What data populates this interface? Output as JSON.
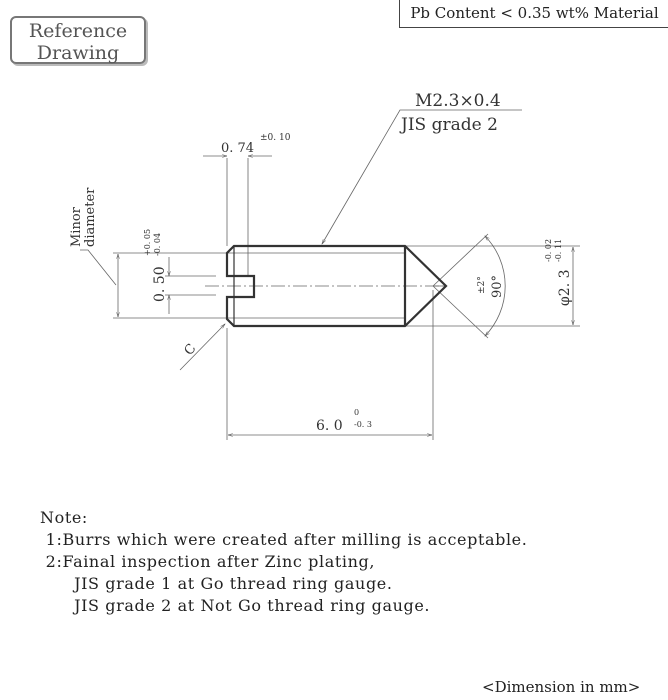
{
  "badge": {
    "line1": "Reference",
    "line2": "Drawing"
  },
  "material": "Pb Content < 0.35 wt% Material",
  "drawing": {
    "thread_spec": "M2.3×0.4",
    "thread_grade": "JIS grade 2",
    "slot_width": "0. 74",
    "slot_width_tol": "±0. 10",
    "minor_label_1": "Minor",
    "minor_label_2": "diameter",
    "slot_depth": "0. 50",
    "slot_depth_tol_upper": "+0. 05",
    "slot_depth_tol_lower": "-0. 04",
    "chamfer": "C",
    "length": "6. 0",
    "length_tol_upper": "0",
    "length_tol_lower": "-0. 3",
    "angle": "90°",
    "angle_tol": "±2°",
    "diameter": "φ2. 3",
    "diameter_tol_upper": "-0. 02",
    "diameter_tol_lower": "-0. 11"
  },
  "notes": {
    "title": "Note:",
    "items": [
      " 1:Burrs which were created after milling is acceptable.",
      " 2:Fainal inspection after Zinc plating,",
      "      JIS grade 1 at Go thread ring gauge.",
      "      JIS grade 2 at Not Go thread ring gauge."
    ]
  },
  "footer": "<Dimension in mm>"
}
